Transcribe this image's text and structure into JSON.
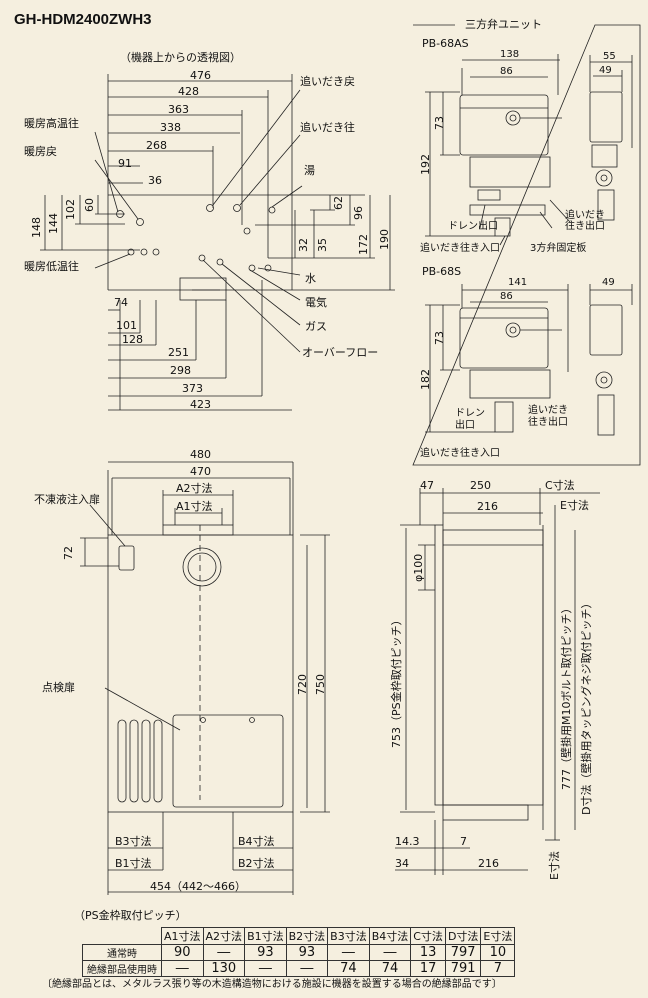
{
  "header": {
    "model": "GH-HDM2400ZWH3",
    "view_caption": "（機器上からの透視図）"
  },
  "top_view": {
    "dims": [
      "476",
      "428",
      "363",
      "338",
      "268",
      "91",
      "36",
      "148",
      "144",
      "102",
      "60",
      "62",
      "96",
      "172",
      "190",
      "32",
      "35",
      "74",
      "101",
      "128",
      "251",
      "298",
      "373",
      "423"
    ],
    "labels": {
      "oidaki_modori": "追いだき戻",
      "oidaki_ou": "追いだき往",
      "danbo_kouon": "暖房高温往",
      "danbo_modori": "暖房戻",
      "yu": "湯",
      "danbo_teion": "暖房低温往",
      "mizu": "水",
      "denki": "電気",
      "gas": "ガス",
      "overflow": "オーバーフロー"
    }
  },
  "valve_unit": {
    "title": "三方弁ユニット",
    "pb68as": {
      "name": "PB-68AS",
      "dims": [
        "138",
        "86",
        "55",
        "49",
        "73",
        "192"
      ],
      "labels": {
        "drain": "ドレン出口",
        "oidaki_out": "追いだき往き出口",
        "oidaki_in": "追いだき往き入口",
        "fix_plate": "3方弁固定板"
      }
    },
    "pb68s": {
      "name": "PB-68S",
      "dims": [
        "141",
        "86",
        "49",
        "73",
        "182"
      ],
      "labels": {
        "drain": "ドレン出口",
        "oidaki_out": "追いだき往き出口",
        "oidaki_in": "追いだき往き入口"
      }
    }
  },
  "front_view": {
    "dims": [
      "480",
      "470",
      "72",
      "720",
      "750",
      "454（442～466）"
    ],
    "labels": {
      "a2": "A2寸法",
      "a1": "A1寸法",
      "futou": "不凍液注入扉",
      "tenken": "点検扉",
      "b3": "B3寸法",
      "b1": "B1寸法",
      "b4": "B4寸法",
      "b2": "B2寸法"
    }
  },
  "side_view": {
    "dims": [
      "47",
      "250",
      "216",
      "φ100",
      "14.3",
      "7",
      "34",
      "216"
    ],
    "labels": {
      "c": "C寸法",
      "e": "E寸法",
      "e_bottom": "E寸法",
      "d": "D寸法（壁掛用タッピングネジ取付ピッチ）",
      "d_num": "777（壁掛用M10ボルト取付ピッチ）",
      "ps": "753（PS金枠取付ピッチ）"
    }
  },
  "table": {
    "caption": "（PS金枠取付ピッチ）",
    "headers": [
      "",
      "A1寸法",
      "A2寸法",
      "B1寸法",
      "B2寸法",
      "B3寸法",
      "B4寸法",
      "C寸法",
      "D寸法",
      "E寸法"
    ],
    "rows": [
      {
        "label": "通常時",
        "values": [
          "90",
          "―",
          "93",
          "93",
          "―",
          "―",
          "13",
          "797",
          "10"
        ]
      },
      {
        "label": "絶縁部品使用時",
        "values": [
          "―",
          "130",
          "―",
          "―",
          "74",
          "74",
          "17",
          "791",
          "7"
        ]
      }
    ]
  },
  "footnote": "〔絶縁部品とは、メタルラス張り等の木造構造物における施設に機器を設置する場合の絶縁部品です〕"
}
